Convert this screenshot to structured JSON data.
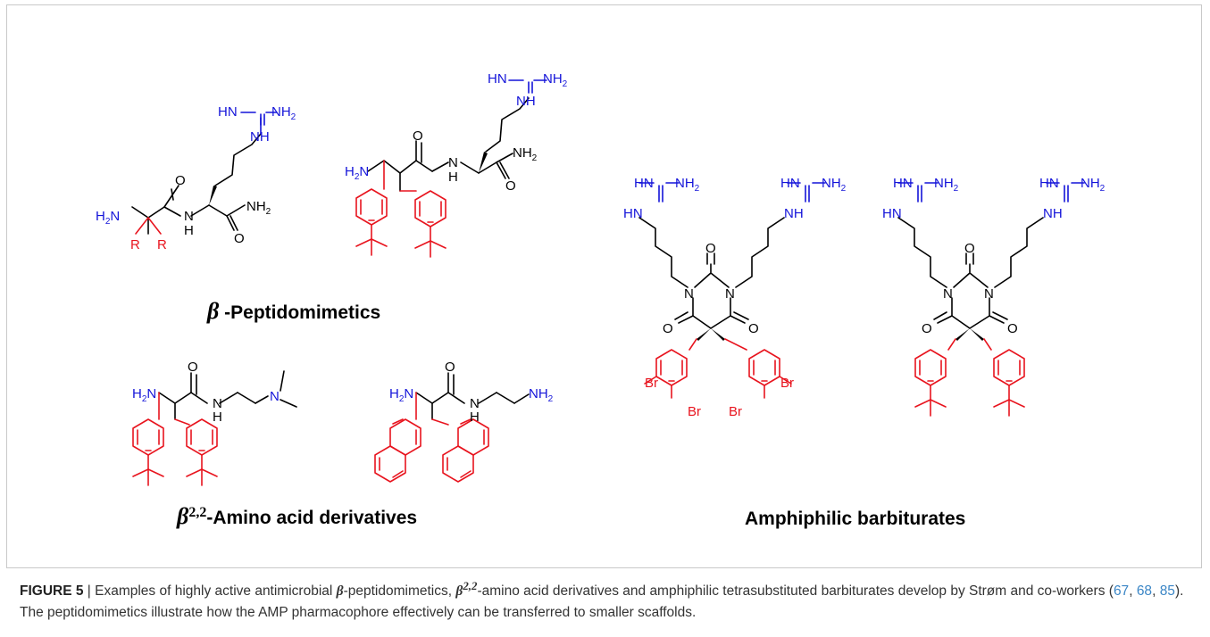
{
  "titles": {
    "beta_symbol": "β",
    "peptidomimetics": "-Peptidomimetics",
    "amino_superscript": "2,2",
    "amino_acid_derivatives": "-Amino acid derivatives",
    "barbiturates": "Amphiphilic barbiturates"
  },
  "atoms": {
    "hn": "HN",
    "nh2": "NH",
    "nh": "NH",
    "n": "N",
    "h": "H",
    "o": "O",
    "h2n": "H",
    "r": "R",
    "br": "Br",
    "sub2": "2"
  },
  "caption": {
    "label": "FIGURE 5",
    "separator": " | ",
    "part1": "Examples of highly active antimicrobial ",
    "beta1": "β",
    "part2": "-peptidomimetics, ",
    "beta2": "β",
    "sup": "2,2",
    "part3": "-amino acid derivatives and amphiphilic tetrasubstituted barbiturates develop by Strøm and co-workers (",
    "ref1": "67",
    "comma1": ", ",
    "ref2": "68",
    "comma2": ", ",
    "ref3": "85",
    "part4": "). The peptidomimetics illustrate how the AMP pharmacophore effectively can be transferred to smaller scaffolds."
  },
  "colors": {
    "pharmacophore_blue": "#1414d9",
    "hydrophobic_red": "#e8141e",
    "scaffold_black": "#000000",
    "reference_link": "#3b86c6"
  }
}
